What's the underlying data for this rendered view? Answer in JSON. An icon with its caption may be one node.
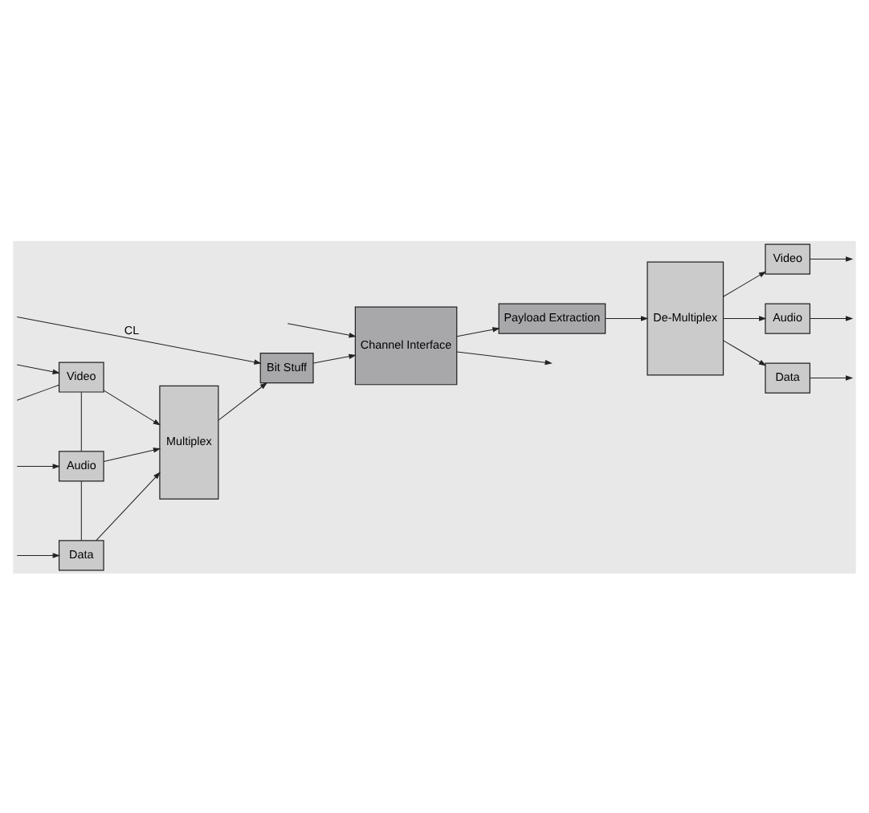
{
  "diagram": {
    "nodes": [
      {
        "text": [
          "Video"
        ]
      },
      {
        "text": [
          "Audio"
        ]
      },
      {
        "text": [
          "Data"
        ]
      },
      {
        "text": [
          "Multiplex"
        ]
      },
      {
        "text": [
          "Bit Stuff"
        ]
      },
      {
        "text": [
          "Channel Interface"
        ]
      },
      {
        "text": [
          "Payload Extraction"
        ]
      },
      {
        "text": [
          "De-Multiplex"
        ]
      },
      {
        "text": [
          "Video"
        ]
      },
      {
        "text": [
          "Audio"
        ]
      },
      {
        "text": [
          "Data"
        ]
      }
    ],
    "edges": [
      {
        "from": null,
        "to": 4,
        "arrow": "to",
        "label": "CL"
      },
      {
        "from": null,
        "to": 0,
        "arrow": "none"
      },
      {
        "from": 0,
        "to": 1,
        "arrow": "none"
      },
      {
        "from": 1,
        "to": 2,
        "arrow": "none"
      },
      {
        "from": null,
        "to": 0,
        "arrow": "to"
      },
      {
        "from": null,
        "to": 1,
        "arrow": "to"
      },
      {
        "from": null,
        "to": 2,
        "arrow": "to"
      },
      {
        "from": 0,
        "to": 3,
        "arrow": "to"
      },
      {
        "from": 1,
        "to": 3,
        "arrow": "to"
      },
      {
        "from": 2,
        "to": 3,
        "arrow": "to"
      },
      {
        "from": 3,
        "to": 4,
        "arrow": "to"
      },
      {
        "from": 4,
        "to": 5,
        "arrow": "to"
      },
      {
        "from": 5,
        "to": null,
        "arrow": "to"
      },
      {
        "from": null,
        "to": 5,
        "arrow": "to"
      },
      {
        "from": 5,
        "to": 6,
        "arrow": "to"
      },
      {
        "from": 6,
        "to": 7,
        "arrow": "to"
      },
      {
        "from": 7,
        "to": 8,
        "arrow": "to"
      },
      {
        "from": 7,
        "to": 9,
        "arrow": "to"
      },
      {
        "from": 7,
        "to": 10,
        "arrow": "to"
      },
      {
        "from": 8,
        "to": null,
        "arrow": "to"
      },
      {
        "from": 9,
        "to": null,
        "arrow": "to"
      },
      {
        "from": 10,
        "to": null,
        "arrow": "to"
      }
    ]
  }
}
